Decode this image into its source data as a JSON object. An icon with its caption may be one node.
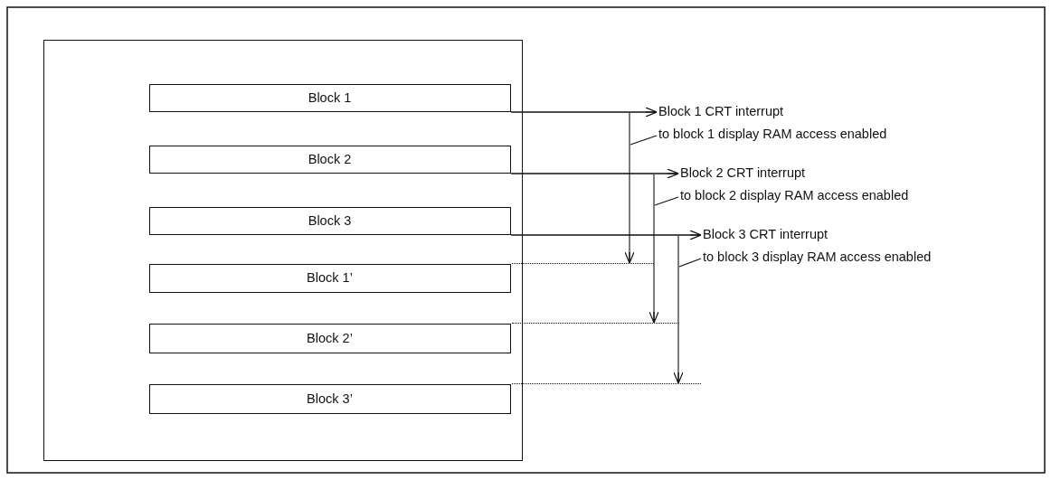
{
  "diagram": {
    "nodes": [
      {
        "text": [],
        "shape": "box"
      },
      {
        "text": [
          "Block 1"
        ],
        "in": 0
      },
      {
        "text": [
          "Block 2"
        ],
        "in": 0
      },
      {
        "text": [
          "Block 3"
        ],
        "in": 0
      },
      {
        "text": [
          "Block 1’"
        ],
        "in": 0
      },
      {
        "text": [
          "Block 2’"
        ],
        "in": 0
      },
      {
        "text": [
          "Block 3’"
        ],
        "in": 0
      },
      {
        "text": [
          "Block 1 CRT interrupt"
        ]
      },
      {
        "text": [
          "to block 1 display RAM access enabled"
        ]
      },
      {
        "text": [
          "Block 2 CRT interrupt"
        ]
      },
      {
        "text": [
          "to block 2 display RAM access enabled"
        ]
      },
      {
        "text": [
          "Block 3 CRT interrupt"
        ]
      },
      {
        "text": [
          "to block 3 display RAM access enabled"
        ]
      },
      {
        "text": [],
        "shape": "line"
      },
      {
        "text": [],
        "shape": "line"
      },
      {
        "text": [],
        "shape": "line"
      }
    ],
    "edges": [
      {
        "from": 1,
        "to": 7,
        "arrow": "to"
      },
      {
        "from": 2,
        "to": 9,
        "arrow": "to"
      },
      {
        "from": 3,
        "to": 11,
        "arrow": "to"
      },
      {
        "from": null,
        "to": 13,
        "arrow": "to"
      },
      {
        "from": null,
        "to": 14,
        "arrow": "to"
      },
      {
        "from": null,
        "to": 15,
        "arrow": "to"
      },
      {
        "from": 8,
        "to": null,
        "arrow": "none"
      },
      {
        "from": 10,
        "to": null,
        "arrow": "none"
      },
      {
        "from": 12,
        "to": null,
        "arrow": "none"
      }
    ]
  }
}
